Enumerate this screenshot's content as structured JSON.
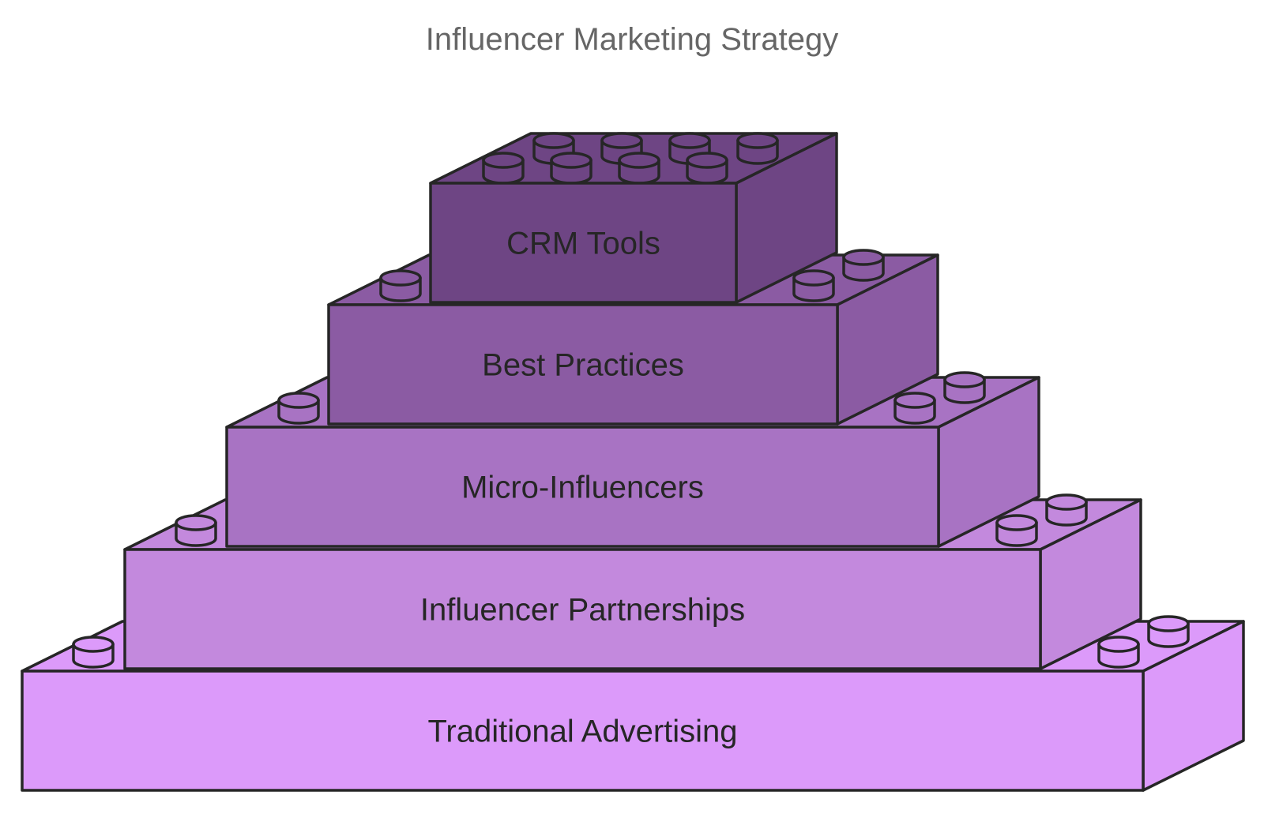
{
  "title": "Influencer Marketing Strategy",
  "colors": {
    "outline": "#262626",
    "title_text": "#666666",
    "label_text": "#262626"
  },
  "layers": [
    {
      "label": "CRM Tools",
      "front": "#6e4584",
      "side": "#6e4584",
      "top": "#6e4584"
    },
    {
      "label": "Best Practices",
      "front": "#8b5ba3",
      "side": "#8b5ba3",
      "top": "#8b5ba3"
    },
    {
      "label": "Micro-Influencers",
      "front": "#a873c3",
      "side": "#a873c3",
      "top": "#a873c3"
    },
    {
      "label": "Influencer Partnerships",
      "front": "#c389dd",
      "side": "#c389dd",
      "top": "#c389dd"
    },
    {
      "label": "Traditional Advertising",
      "front": "#dc9afa",
      "side": "#dc9afa",
      "top": "#dc9afa"
    }
  ]
}
